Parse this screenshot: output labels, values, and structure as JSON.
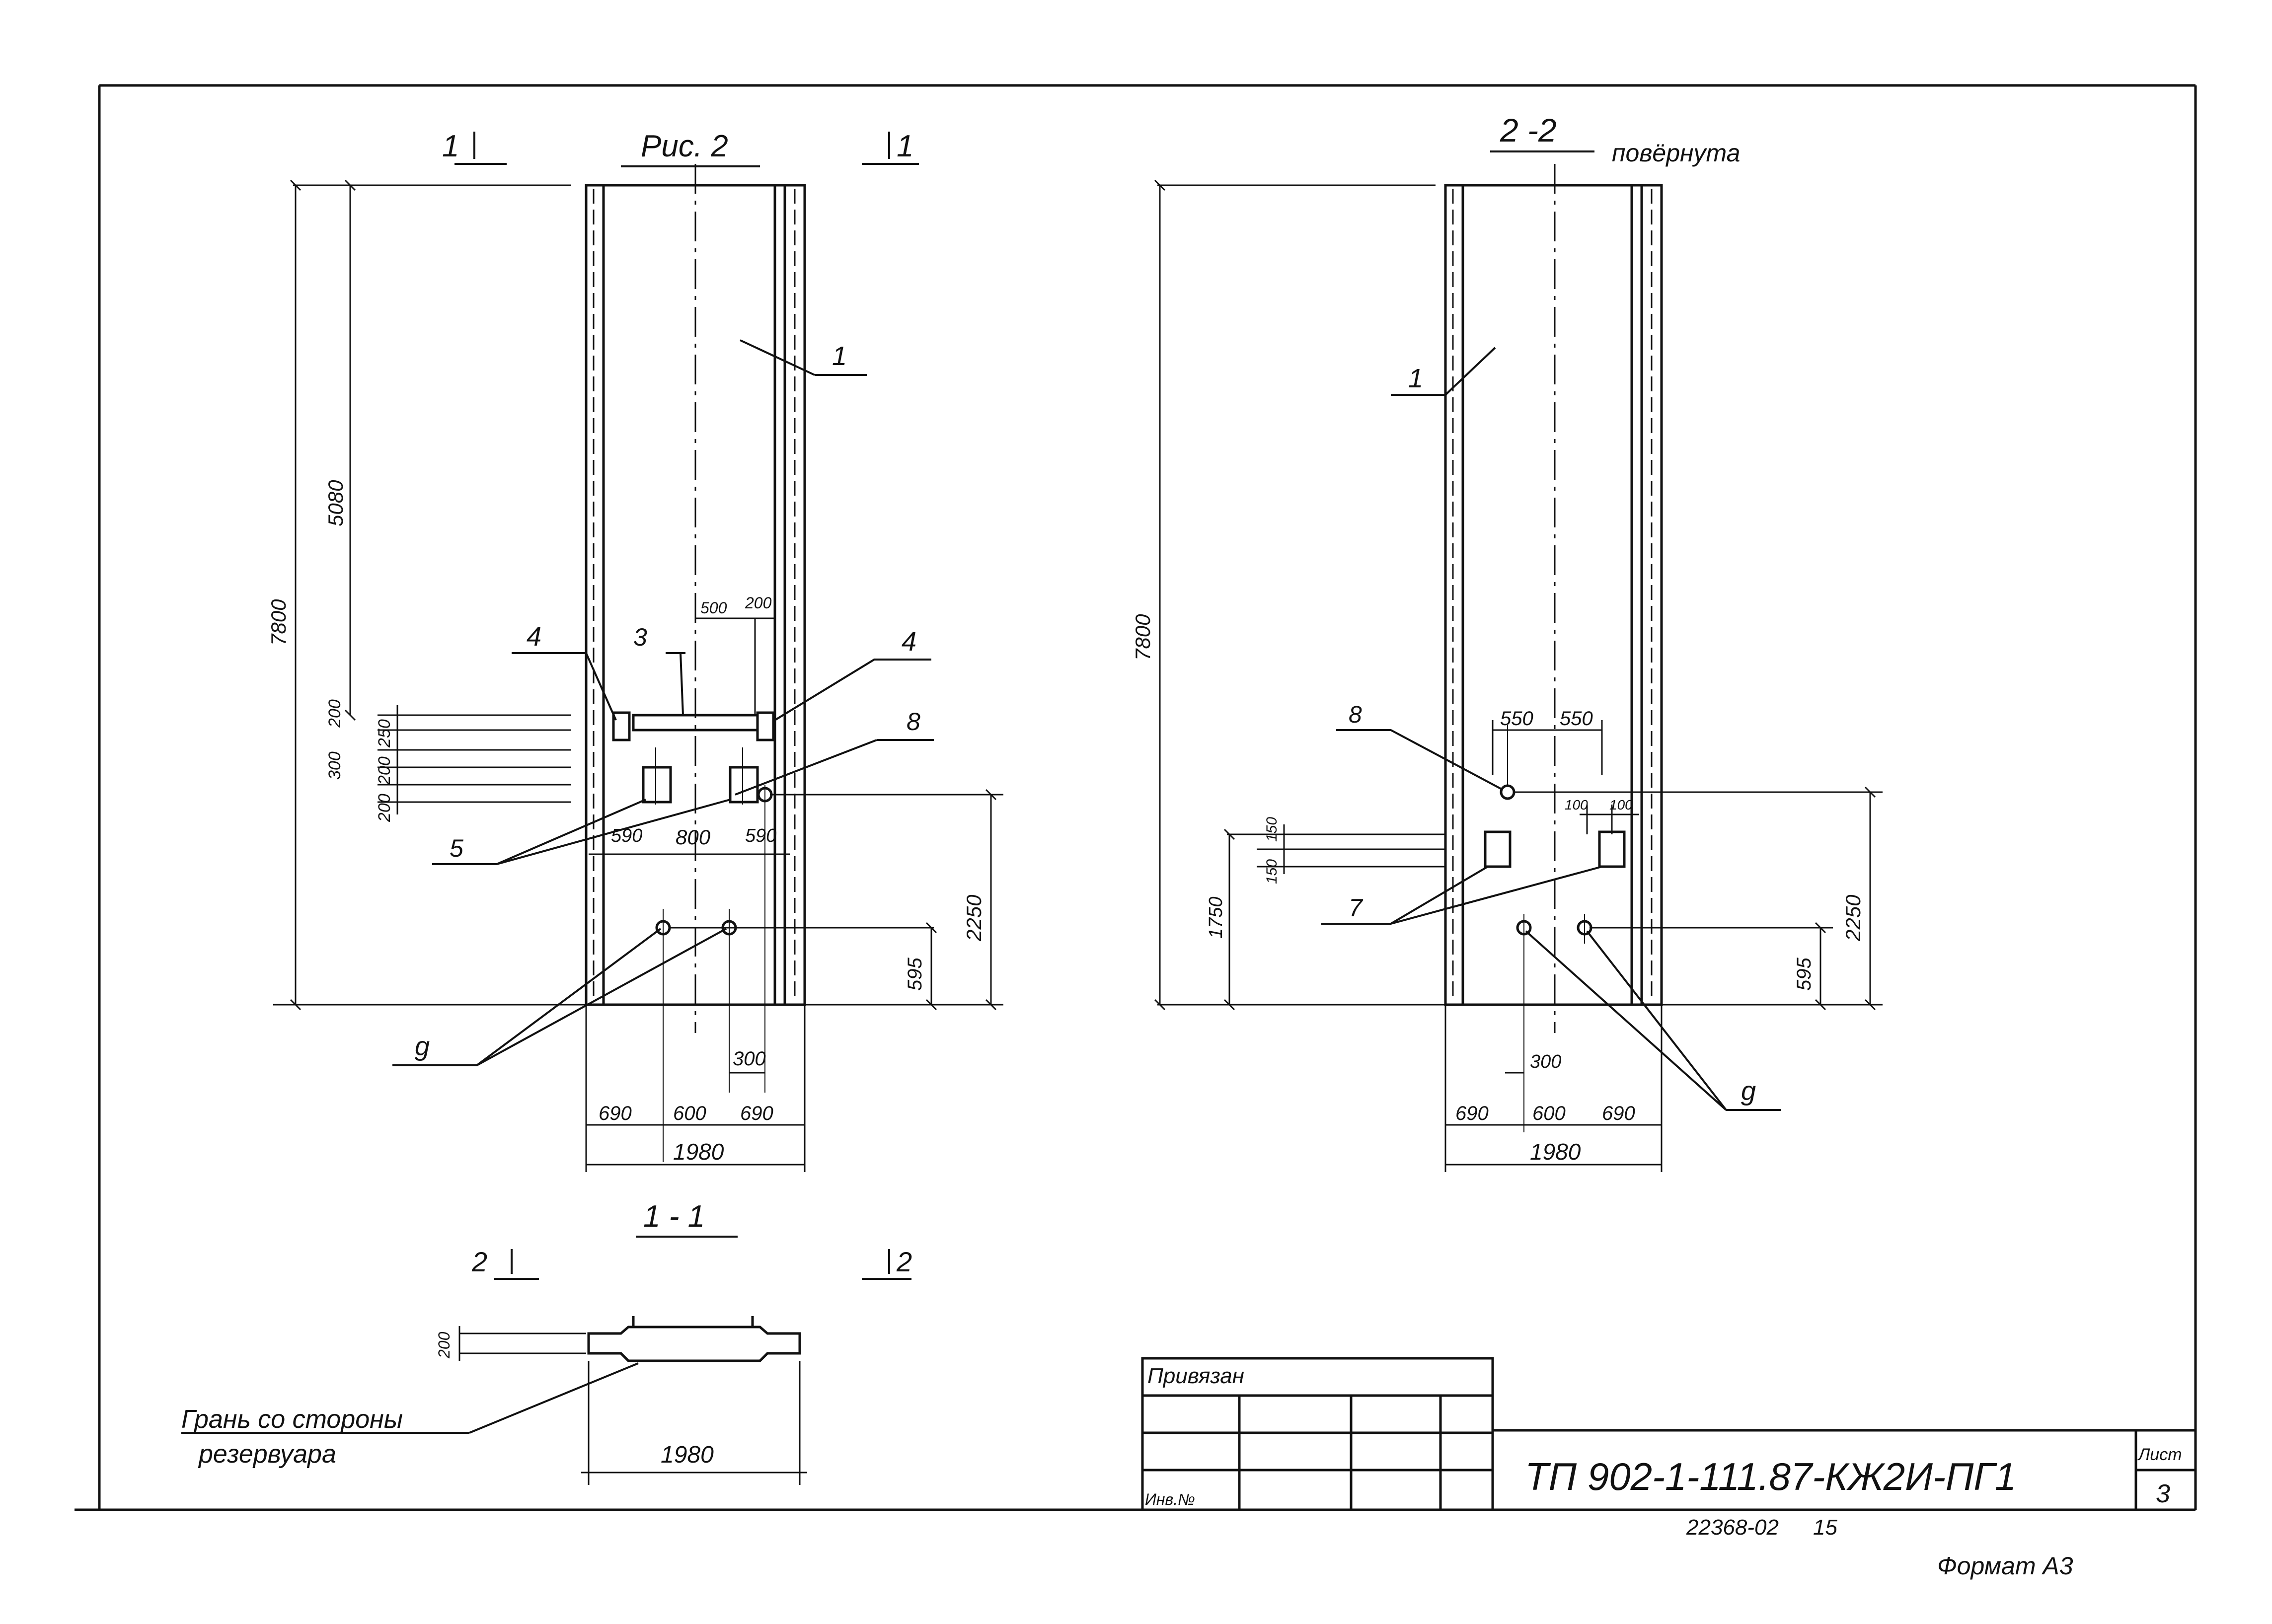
{
  "left_view": {
    "title": "Рис. 2",
    "section_mark_left": "1",
    "section_mark_right": "1",
    "dims": {
      "h_total": "7800",
      "h_upper": "5080",
      "stack": [
        "200",
        "250",
        "300",
        "200",
        "200"
      ],
      "top_500": "500",
      "top_200": "200",
      "row_590a": "590",
      "row_800": "800",
      "row_590b": "590",
      "r_2250": "2250",
      "r_595": "595",
      "b_300": "300",
      "b_690a": "690",
      "b_600": "600",
      "b_690b": "690",
      "b_1980": "1980"
    },
    "callouts": {
      "c1": "1",
      "c3": "3",
      "c4a": "4",
      "c4b": "4",
      "c5": "5",
      "c8": "8",
      "c9": "g"
    }
  },
  "right_view": {
    "title": "2 -2",
    "subtitle": "повёрнута",
    "dims": {
      "h_total": "7800",
      "h_1750": "1750",
      "h_150a": "150",
      "h_150b": "150",
      "top_550a": "550",
      "top_550b": "550",
      "s_100a": "100",
      "s_100b": "100",
      "r_2250": "2250",
      "r_595": "595",
      "b_300": "300",
      "b_690a": "690",
      "b_600": "600",
      "b_690b": "690",
      "b_1980": "1980"
    },
    "callouts": {
      "c1": "1",
      "c7": "7",
      "c8": "8",
      "c9": "g"
    }
  },
  "section_view": {
    "title": "1 - 1",
    "mark_left": "2",
    "mark_right": "2",
    "dim_200": "200",
    "dim_1980": "1980",
    "note_line1": "Грань со стороны",
    "note_line2": "резервуара"
  },
  "title_block": {
    "bound_label": "Привязан",
    "inv_label": "Инв.№",
    "doc_code": "ТП 902-1-111.87-КЖ2И-ПГ1",
    "sheet_label": "Лист",
    "sheet_number": "3",
    "archive_number": "22368-02",
    "archive_sheet": "15",
    "format_label": "Формат А3"
  }
}
